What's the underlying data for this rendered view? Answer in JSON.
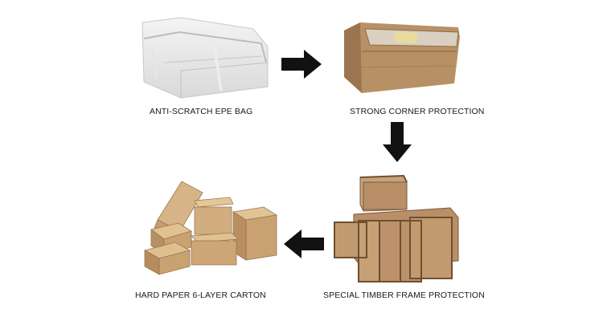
{
  "steps": [
    {
      "label": "ANTI-SCRATCH EPE BAG",
      "image": "bagged-sofa-image"
    },
    {
      "label": "STRONG CORNER PROTECTION",
      "image": "cardboard-wrapped-sofa-image"
    },
    {
      "label": "SPECIAL TIMBER FRAME PROTECTION",
      "image": "timber-crates-image"
    },
    {
      "label": "HARD PAPER 6-LAYER CARTON",
      "image": "carton-boxes-image"
    }
  ],
  "arrows": [
    "arrow-right-icon",
    "arrow-down-icon",
    "arrow-left-icon"
  ],
  "colors": {
    "background": "#ffffff",
    "cardboard": "#c9a27a",
    "timber": "#b08a62",
    "arrow": "#111111"
  }
}
